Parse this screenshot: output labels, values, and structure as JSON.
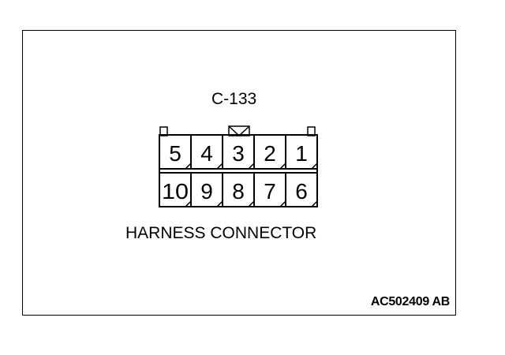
{
  "connector": {
    "id": "C-133",
    "caption": "HARNESS CONNECTOR",
    "top_row_pins": [
      "5",
      "4",
      "3",
      "2",
      "1"
    ],
    "bottom_row_pins": [
      "10",
      "9",
      "8",
      "7",
      "6"
    ]
  },
  "figure": {
    "code": "AC502409 AB"
  },
  "colors": {
    "line": "#000000",
    "background": "#ffffff"
  }
}
